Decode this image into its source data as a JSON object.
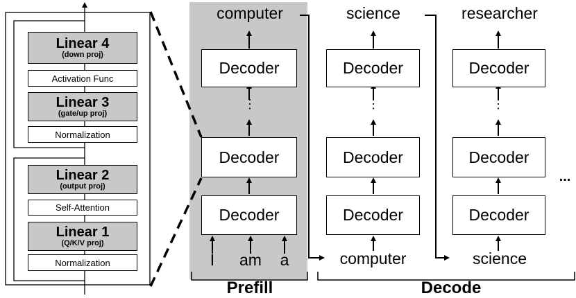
{
  "left_stack": {
    "linear4": {
      "title": "Linear 4",
      "sub": "(down proj)"
    },
    "activation": "Activation Func",
    "linear3": {
      "title": "Linear 3",
      "sub": "(gate/up proj)"
    },
    "norm_top": "Normalization",
    "linear2": {
      "title": "Linear 2",
      "sub": "(output proj)"
    },
    "self_attention": "Self-Attention",
    "linear1": {
      "title": "Linear 1",
      "sub": "(Q/K/V proj)"
    },
    "norm_bottom": "Normalization"
  },
  "decoder_label": "Decoder",
  "vdots": "⋮",
  "prefill": {
    "output_token": "computer",
    "input_tokens": [
      "I",
      "am",
      "a"
    ],
    "label": "Prefill"
  },
  "decode": {
    "columns": [
      {
        "output": "science",
        "input": "computer"
      },
      {
        "output": "researcher",
        "input": "science"
      }
    ],
    "ellipsis": "...",
    "label": "Decode"
  },
  "colors": {
    "prefill_bg": "#c8c8c8",
    "linear_bg": "#c8c8c8",
    "stroke": "#000000"
  }
}
